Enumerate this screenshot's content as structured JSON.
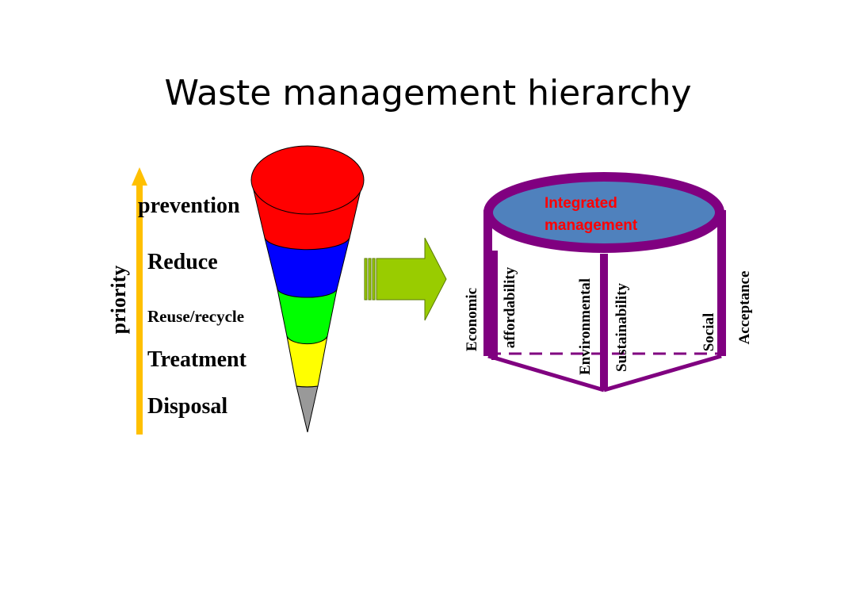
{
  "title": "Waste management hierarchy",
  "axis": {
    "label": "priority",
    "arrow_color": "#FFC000"
  },
  "levels": [
    {
      "label": "prevention",
      "color": "#FF0000"
    },
    {
      "label": "Reduce",
      "color": "#0000FF"
    },
    {
      "label": "Reuse/recycle",
      "color": "#00FF00"
    },
    {
      "label": "Treatment",
      "color": "#FFFF00"
    },
    {
      "label": "Disposal",
      "color": "#999999"
    }
  ],
  "transition_arrow": {
    "color": "#99CC00",
    "icon": "right-arrow-icon"
  },
  "cylinder": {
    "top_label_line1": "Integrated",
    "top_label_line2": "management",
    "top_color": "#4F81BD",
    "rim_color": "#800080",
    "label_color": "#FF0000"
  },
  "pillars": [
    {
      "name": "Economic",
      "sub": "affordability"
    },
    {
      "name": "Environmental",
      "sub": "Sustainability"
    },
    {
      "name": "Social",
      "sub": "Acceptance"
    }
  ]
}
